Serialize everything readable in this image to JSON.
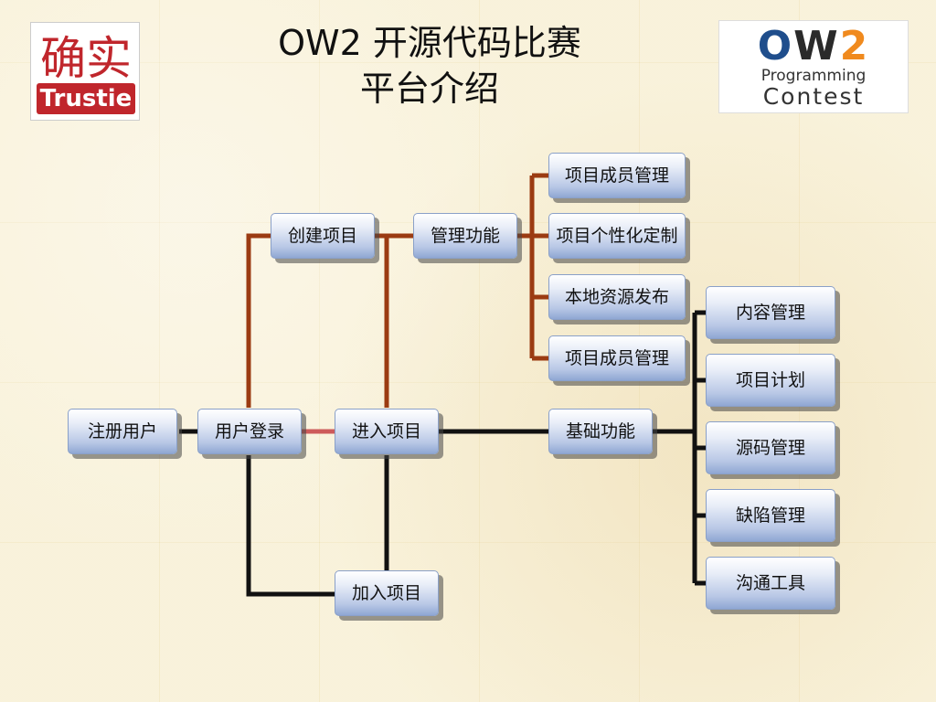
{
  "title": {
    "line1": "OW2 开源代码比赛",
    "line2": "平台介绍"
  },
  "logos": {
    "left": {
      "chars": "确实",
      "band_text": "Trustie",
      "brand_color": "#c0262c"
    },
    "right": {
      "ow2_o": "O",
      "ow2_w": "W",
      "ow2_two": "2",
      "line2": "Programming",
      "line3": "Contest",
      "colors": {
        "o": "#1f4e8c",
        "w": "#2a2a2a",
        "two": "#f08a1e"
      }
    }
  },
  "nodes": {
    "register": "注册用户",
    "login": "用户登录",
    "create_project": "创建项目",
    "enter_project": "进入项目",
    "join_project": "加入项目",
    "management": "管理功能",
    "basic": "基础功能",
    "mgmt_member": "项目成员管理",
    "mgmt_custom": "项目个性化定制",
    "mgmt_publish": "本地资源发布",
    "mgmt_member2": "项目成员管理",
    "basic_content": "内容管理",
    "basic_plan": "项目计划",
    "basic_source": "源码管理",
    "basic_defect": "缺陷管理",
    "basic_comm": "沟通工具"
  },
  "colors": {
    "connector_brown": "#9b3b12",
    "connector_black": "#111111",
    "connector_red": "#cd5b5b",
    "node_fill_top": "#ffffff",
    "node_fill_bottom": "#8fa7d3"
  }
}
